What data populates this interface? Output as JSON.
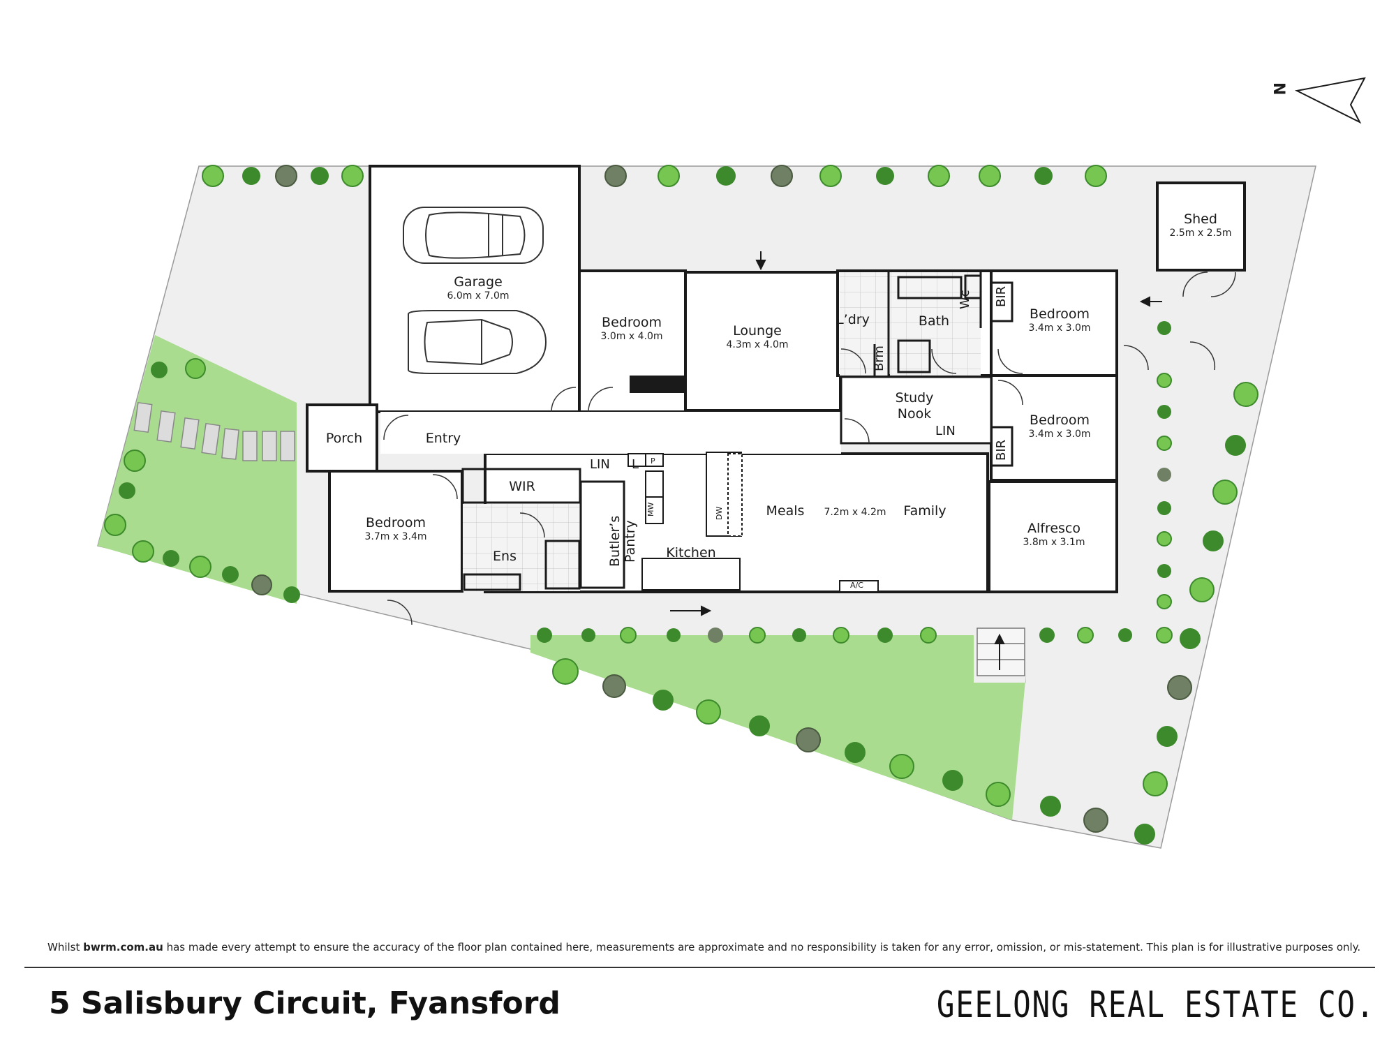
{
  "rooms": {
    "garage": {
      "name": "Garage",
      "dim": "6.0m x 7.0m"
    },
    "bedroom_front": {
      "name": "Bedroom",
      "dim": "3.0m x 4.0m"
    },
    "lounge": {
      "name": "Lounge",
      "dim": "4.3m x 4.0m"
    },
    "laundry": {
      "name": "L’dry"
    },
    "bath": {
      "name": "Bath"
    },
    "wc": {
      "name": "Wc"
    },
    "broom": {
      "name": "Brm"
    },
    "bedroom_ne": {
      "name": "Bedroom",
      "dim": "3.4m x 3.0m"
    },
    "bedroom_e": {
      "name": "Bedroom",
      "dim": "3.4m x 3.0m"
    },
    "shed": {
      "name": "Shed",
      "dim": "2.5m x 2.5m"
    },
    "study": {
      "line1": "Study",
      "line2": "Nook"
    },
    "porch": {
      "name": "Porch"
    },
    "entry": {
      "name": "Entry"
    },
    "master": {
      "name": "Bedroom",
      "dim": "3.7m x 3.4m"
    },
    "wir": {
      "name": "WIR"
    },
    "ens": {
      "name": "Ens"
    },
    "butlers": {
      "line1": "Butler’s",
      "line2": "Pantry"
    },
    "kitchen": {
      "name": "Kitchen"
    },
    "meals": {
      "name": "Meals"
    },
    "living_dim": "7.2m x 4.2m",
    "family": {
      "name": "Family"
    },
    "alfresco": {
      "name": "Alfresco",
      "dim": "3.8m x 3.1m"
    }
  },
  "fixtures": {
    "bir": "BIR",
    "lin": "LIN",
    "l": "L",
    "p": "P",
    "mw": "MW",
    "dw": "DW",
    "ac": "A/C"
  },
  "compass": {
    "label": "N"
  },
  "disclaimer": {
    "prefix": "Whilst ",
    "site": "bwrm.com.au",
    "suffix": " has made every attempt to ensure the accuracy of the floor plan contained here, measurements are approximate and no responsibility is taken for any error, omission, or mis-statement. This plan is for illustrative purposes only."
  },
  "address": "5 Salisbury Circuit, Fyansford",
  "brand": "GEELONG REAL ESTATE CO.",
  "colors": {
    "wall": "#1a1a1a",
    "paving": "#efefef",
    "lawn": "#a9dc8e",
    "shrub_light": "#76c651",
    "shrub_dark": "#3d8a2c",
    "shrub_grey": "#6f8064"
  }
}
